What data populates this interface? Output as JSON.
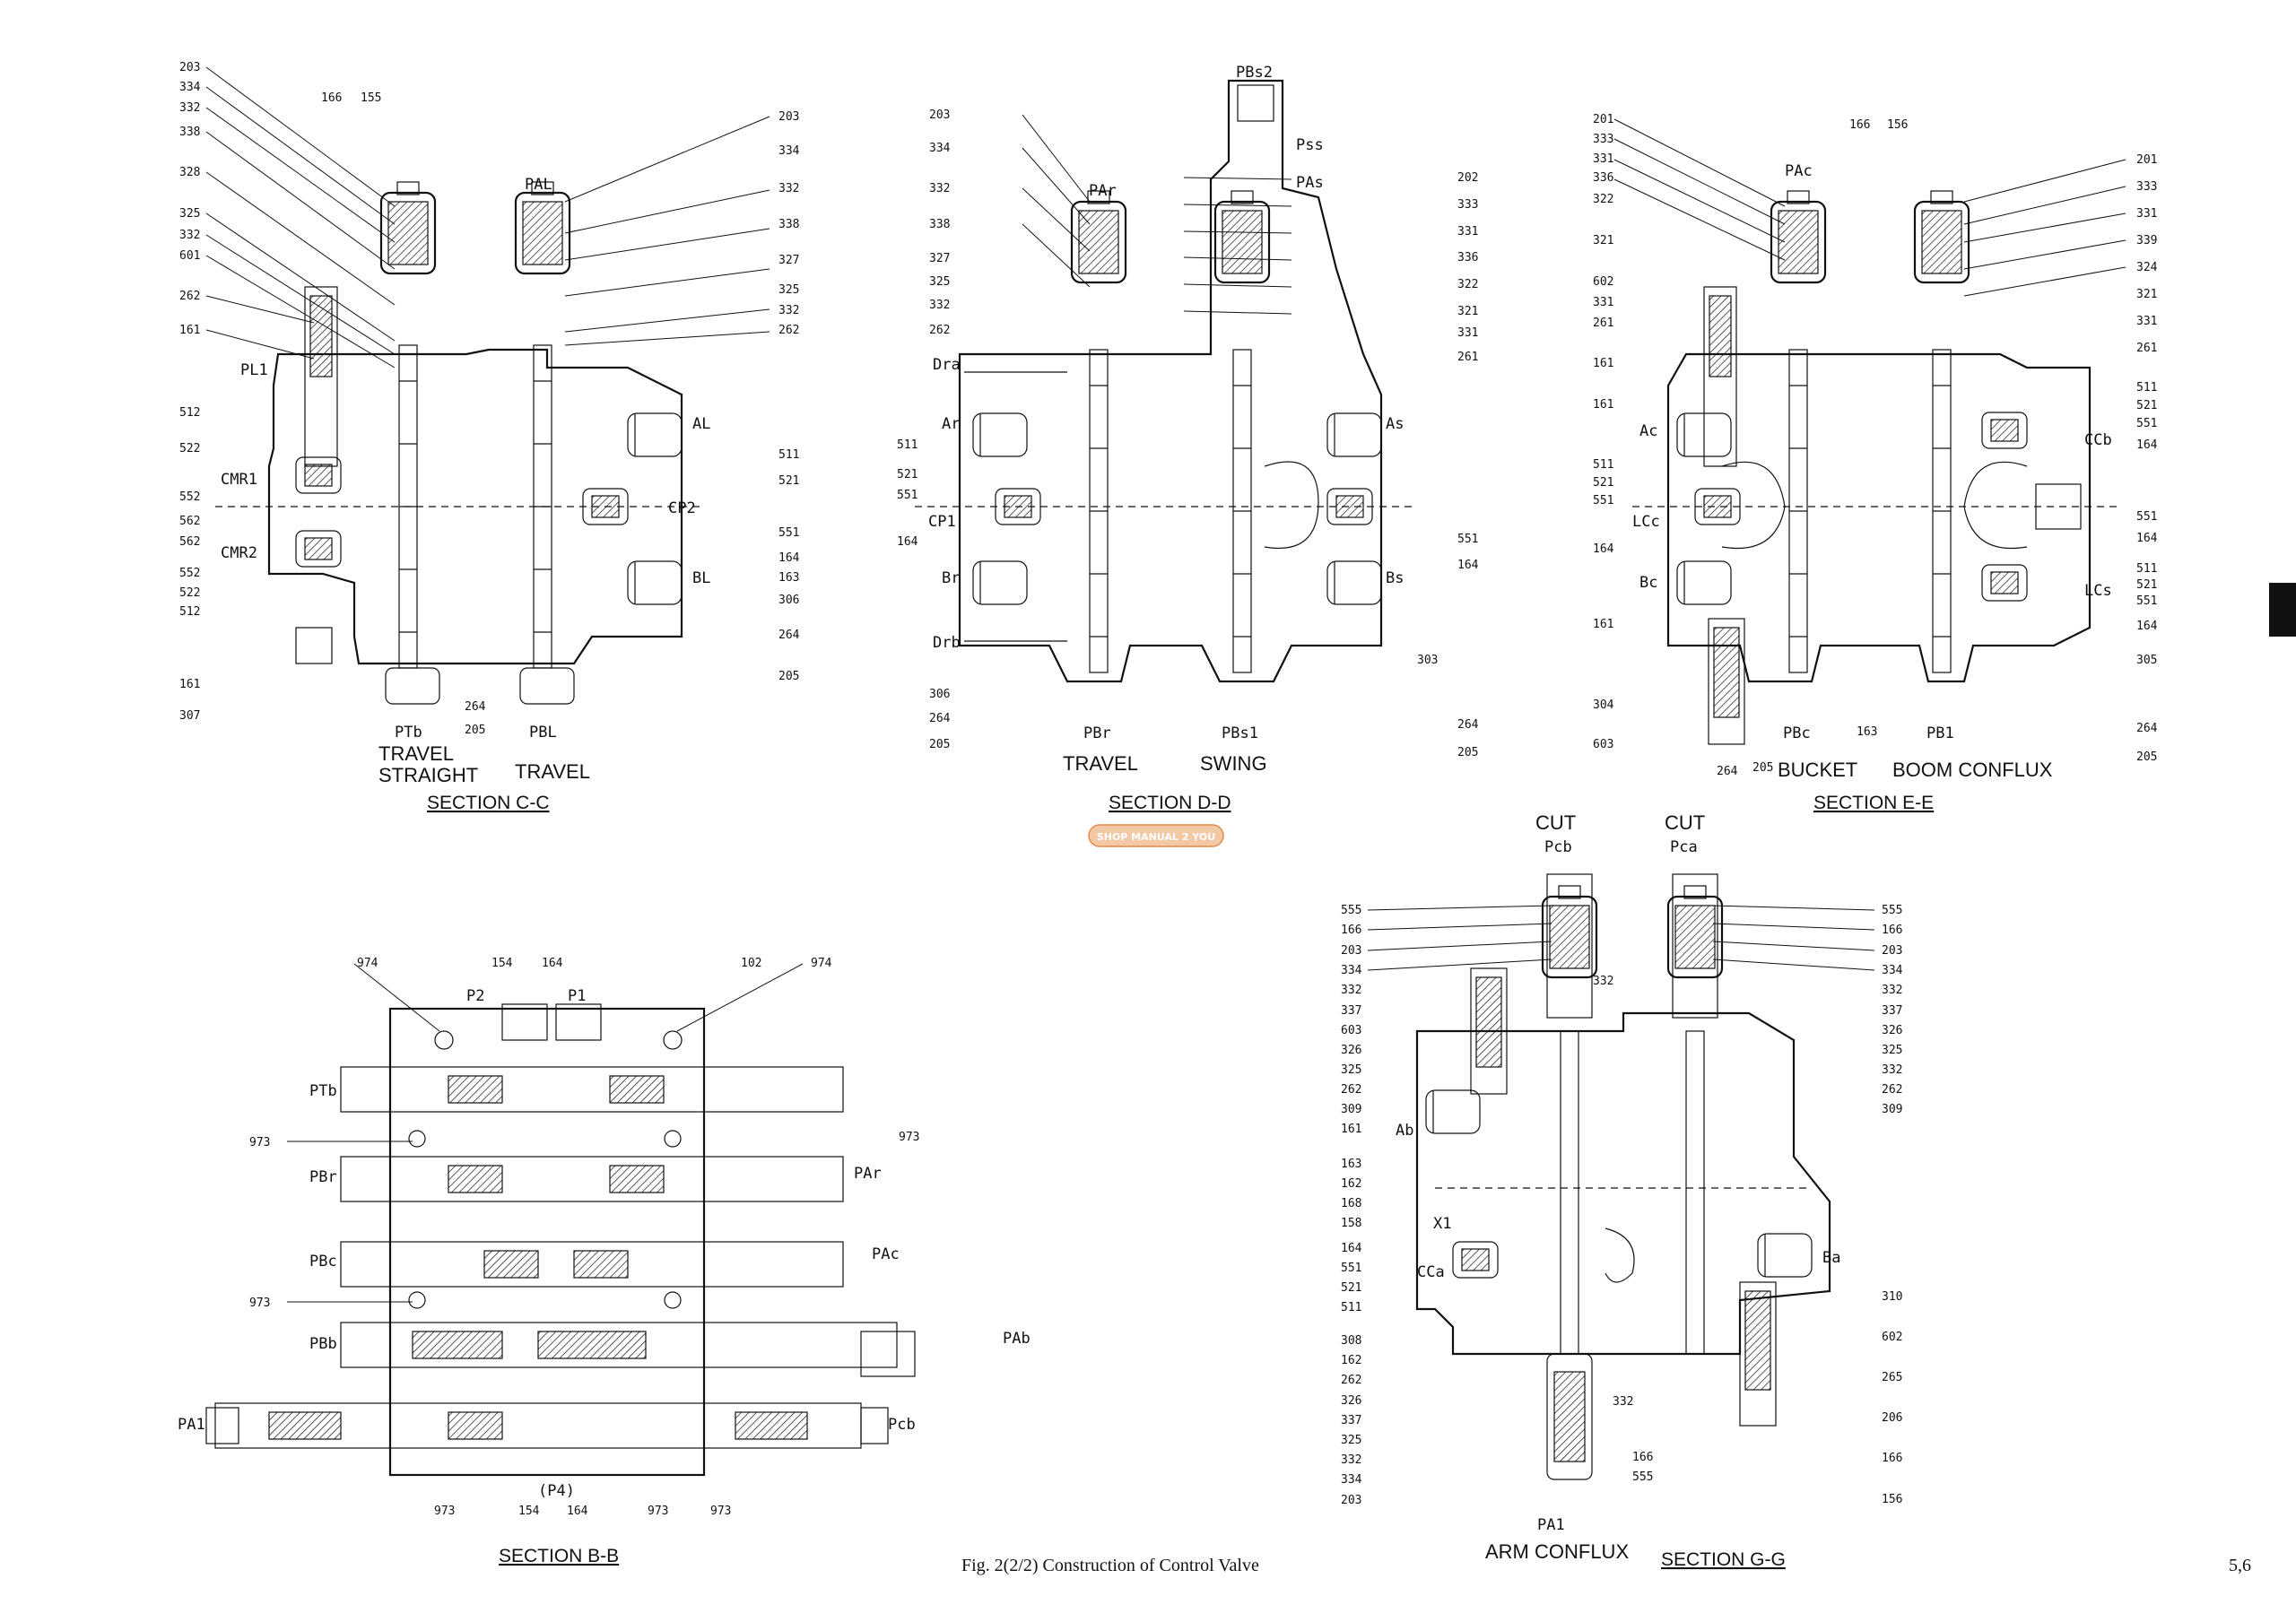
{
  "figure": {
    "caption": "Fig. 2(2/2)  Construction of Control Valve",
    "page_number": "5,6",
    "watermark": "SHOP MANUAL 2 YOU"
  },
  "sections": [
    {
      "id": "cc",
      "title": "SECTION C-C",
      "spool_labels": [
        "TRAVEL\nSTRAIGHT",
        "TRAVEL"
      ],
      "ports": [
        "PAL",
        "PL1",
        "CMR1",
        "CMR2",
        "AL",
        "CP2",
        "BL",
        "PTb",
        "PBL"
      ],
      "left_parts": [
        "203",
        "334",
        "332",
        "338",
        "328",
        "325",
        "332",
        "601",
        "262",
        "161",
        "512",
        "522",
        "552",
        "562",
        "562",
        "552",
        "522",
        "512",
        "161",
        "307"
      ],
      "top_parts": [
        "166",
        "155"
      ],
      "right_parts": [
        "203",
        "334",
        "332",
        "338",
        "327",
        "325",
        "332",
        "262",
        "511",
        "521",
        "551",
        "164",
        "163",
        "306",
        "264",
        "205"
      ],
      "bottom_parts": [
        "264",
        "205"
      ]
    },
    {
      "id": "dd",
      "title": "SECTION D-D",
      "spool_labels": [
        "TRAVEL",
        "SWING"
      ],
      "ports": [
        "PBs2",
        "Pss",
        "PAs",
        "PAr",
        "Dra",
        "Ar",
        "CP1",
        "Br",
        "Drb",
        "As",
        "Bs",
        "PBr",
        "PBs1"
      ],
      "left_parts": [
        "203",
        "334",
        "332",
        "338",
        "327",
        "325",
        "332",
        "262",
        "511",
        "521",
        "551",
        "164",
        "306",
        "264",
        "205"
      ],
      "right_parts": [
        "202",
        "333",
        "331",
        "336",
        "322",
        "321",
        "331",
        "261",
        "551",
        "164",
        "303",
        "264",
        "205"
      ]
    },
    {
      "id": "ee",
      "title": "SECTION E-E",
      "spool_labels": [
        "BUCKET",
        "BOOM CONFLUX"
      ],
      "ports": [
        "PAc",
        "Ac",
        "LCc",
        "Bc",
        "CCb",
        "LCs",
        "PBc",
        "PB1"
      ],
      "left_parts": [
        "201",
        "333",
        "331",
        "336",
        "322",
        "321",
        "602",
        "331",
        "261",
        "161",
        "161",
        "511",
        "521",
        "551",
        "164",
        "161",
        "304",
        "603"
      ],
      "top_parts": [
        "166",
        "156"
      ],
      "right_parts": [
        "201",
        "333",
        "331",
        "339",
        "324",
        "321",
        "331",
        "261",
        "511",
        "521",
        "551",
        "164",
        "551",
        "164",
        "511",
        "521",
        "551",
        "164",
        "305",
        "264",
        "205"
      ],
      "bottom_parts": [
        "264",
        "205",
        "163"
      ]
    },
    {
      "id": "bb",
      "title": "SECTION B-B",
      "ports": [
        "P2",
        "P1",
        "PTb",
        "PBr",
        "PBc",
        "PBb",
        "PA1",
        "PAr",
        "PAc",
        "PAb",
        "Pcb",
        "(P4)"
      ],
      "left_parts": [
        "973",
        "973"
      ],
      "top_parts": [
        "974",
        "154",
        "164",
        "102",
        "974"
      ],
      "right_parts": [
        "973"
      ],
      "bottom_parts": [
        "973",
        "154",
        "164",
        "973",
        "973"
      ]
    },
    {
      "id": "gg",
      "title": "SECTION G-G",
      "spool_labels": [
        "ARM CONFLUX"
      ],
      "cut_labels": [
        "CUT",
        "CUT"
      ],
      "ports": [
        "Pcb",
        "Pca",
        "Ab",
        "X1",
        "CCa",
        "Ba",
        "PA1"
      ],
      "left_parts": [
        "555",
        "166",
        "203",
        "334",
        "332",
        "337",
        "603",
        "326",
        "325",
        "262",
        "309",
        "161",
        "163",
        "162",
        "168",
        "158",
        "164",
        "551",
        "521",
        "511",
        "308",
        "162",
        "262",
        "326",
        "337",
        "325",
        "332",
        "334",
        "203"
      ],
      "mid_parts": [
        "332",
        "332",
        "166",
        "555"
      ],
      "right_parts": [
        "555",
        "166",
        "203",
        "334",
        "332",
        "337",
        "326",
        "325",
        "332",
        "262",
        "309",
        "310",
        "602",
        "265",
        "206",
        "166",
        "156"
      ]
    }
  ]
}
